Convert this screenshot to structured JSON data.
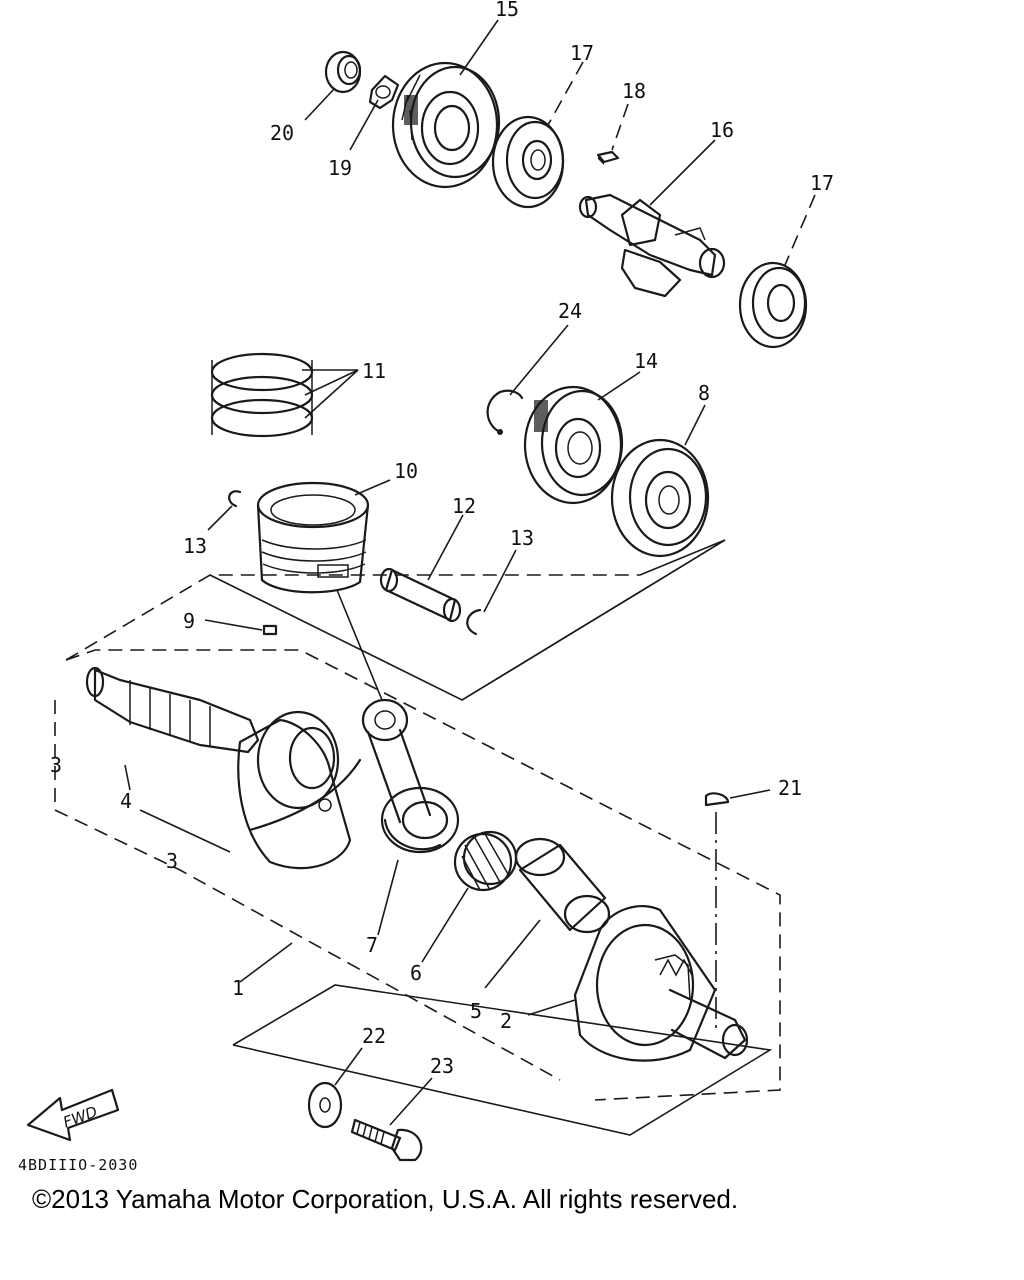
{
  "diagram": {
    "callouts": [
      "1",
      "2",
      "3",
      "3",
      "4",
      "5",
      "6",
      "7",
      "8",
      "9",
      "10",
      "11",
      "12",
      "13",
      "13",
      "14",
      "15",
      "16",
      "17",
      "17",
      "18",
      "19",
      "20",
      "21",
      "22",
      "23",
      "24"
    ],
    "direction_label": "FWD",
    "drawing_number": "4BDIIIO-2030"
  },
  "footer": {
    "copyright": "©2013 Yamaha Motor Corporation, U.S.A. All rights reserved."
  }
}
